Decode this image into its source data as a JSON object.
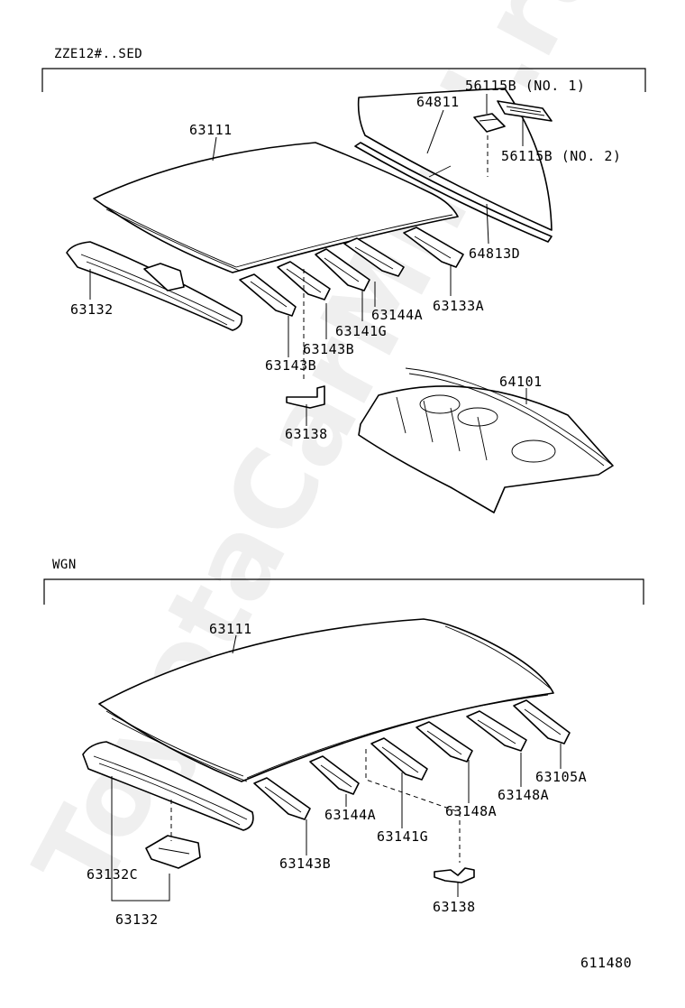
{
  "sections": {
    "sedan": {
      "title": "ZZE12#..SED"
    },
    "wagon": {
      "title": "WGN"
    }
  },
  "watermark": "ToyotaCarMind.ru",
  "sedan_labels": {
    "roof_panel": "63111",
    "back_window_glass": "64811",
    "stopper_no1": "56115B (NO. 1)",
    "stopper_no2": "56115B (NO. 2)",
    "weatherstrip": "64813D",
    "front_header": "63132",
    "rear_bow": "63133A",
    "bow_a": "63144A",
    "bow_g": "63141G",
    "bow_b_upper": "63143B",
    "bow_b_lower": "63143B",
    "bracket": "63138",
    "package_tray": "64101"
  },
  "wagon_labels": {
    "roof_panel": "63111",
    "rear_header": "63105A",
    "bow_148a_upper": "63148A",
    "bow_148a_lower": "63148A",
    "bow_144a": "63144A",
    "bow_141g": "63141G",
    "bow_143b": "63143B",
    "header_c": "63132C",
    "header": "63132",
    "bracket": "63138"
  },
  "figure_number": "611480"
}
